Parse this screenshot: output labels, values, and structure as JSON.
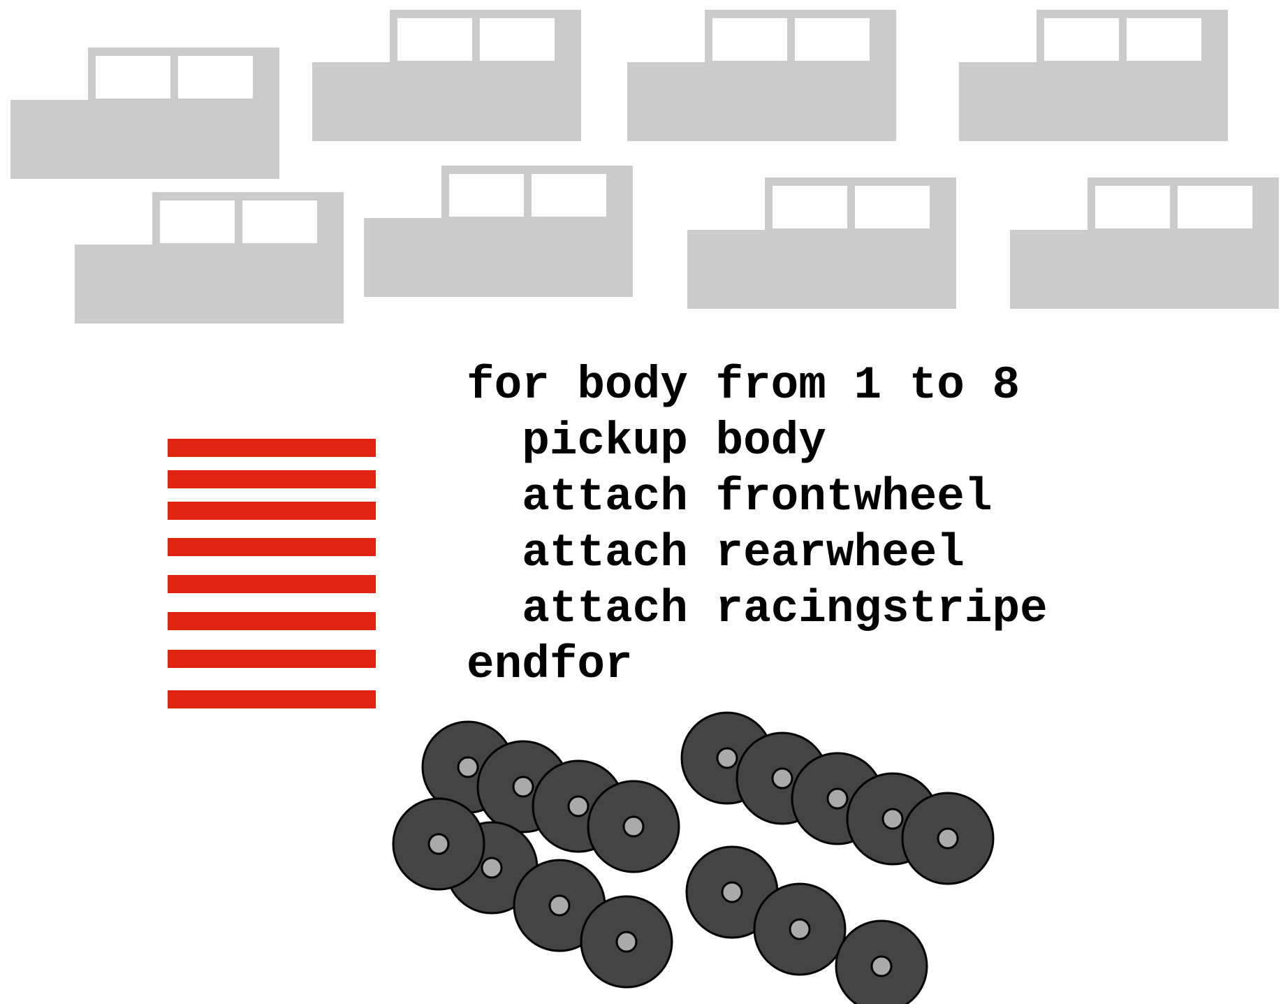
{
  "code": {
    "lines": [
      "for body from 1 to 8",
      "  pickup body",
      "  attach frontwheel",
      "  attach rearwheel",
      "  attach racingstripe",
      "endfor"
    ]
  },
  "parts": {
    "car_bodies": {
      "count": 8,
      "icon": "car-body-icon"
    },
    "racing_stripes": {
      "count": 8,
      "icon": "racing-stripe-icon"
    },
    "wheels": {
      "count": 16,
      "icon": "wheel-icon"
    }
  },
  "colors": {
    "body": "#cbcbcb",
    "window": "#ffffff",
    "stripe": "#e12312",
    "wheel_tire": "#444444",
    "wheel_hub": "#aaaaaa",
    "wheel_outline": "#000000",
    "code_text": "#000000",
    "background": "#ffffff"
  }
}
